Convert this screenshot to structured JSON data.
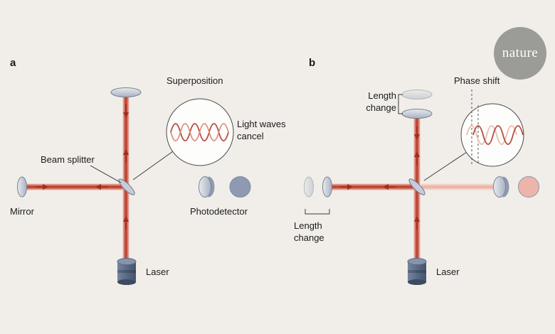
{
  "figure": {
    "description_visible_text_only": true,
    "logo": {
      "text": "nature"
    },
    "panel_a": {
      "label": "a",
      "superposition_label": "Superposition",
      "cancel_label": "Light waves cancel",
      "beam_splitter_label": "Beam splitter",
      "mirror_label": "Mirror",
      "photodetector_label": "Photodetector",
      "laser_label": "Laser"
    },
    "panel_b": {
      "label": "b",
      "length_change_top_label": "Length change",
      "length_change_bottom_label": "Length change",
      "phase_shift_label": "Phase shift",
      "laser_label": "Laser"
    }
  },
  "colors": {
    "background": "#f1eee9",
    "beam_core": "#b23527",
    "beam_edge": "#ecc0b5",
    "beam_faint": "#e9ae9f",
    "mirror_fill": "#ccd2dd",
    "mirror_stroke": "#79818f",
    "splitter_fill": "#c6ccd8",
    "laser_body": "#4e5f79",
    "detector_idle": "#8e9ab2",
    "detector_lit": "#eeb4aa",
    "wave_primary": "#b84a3e",
    "wave_secondary": "#dc9184",
    "wave_faint": "#e7bdb1",
    "arrow": "#9e2e22",
    "ink": "#1b1b1b",
    "logo_bg": "#9b9b97"
  }
}
